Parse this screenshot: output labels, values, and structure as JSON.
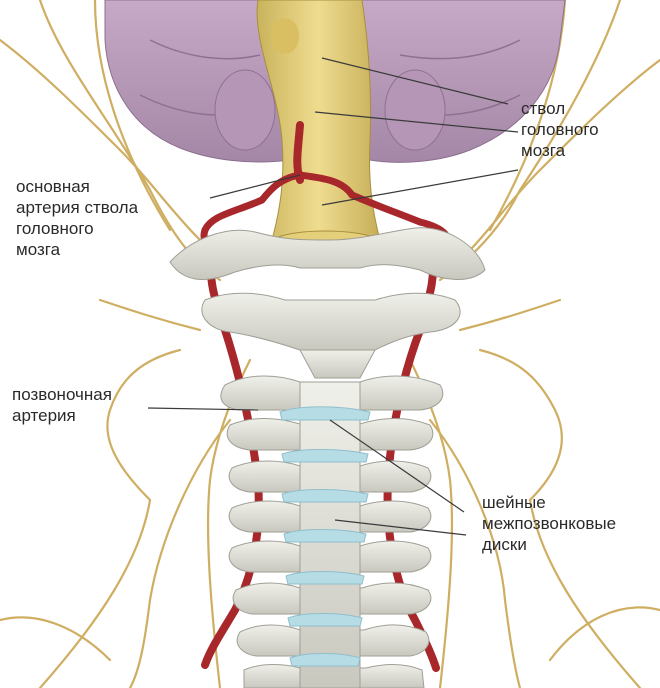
{
  "labels": {
    "brainstem": [
      "ствол",
      "головного",
      "мозга"
    ],
    "basilar_artery": [
      "основная",
      "артерия ствола",
      "головного",
      "мозга"
    ],
    "vertebral_artery": [
      "позвоночная",
      "артерия"
    ],
    "cervical_discs": [
      "шейные",
      "межпозвонковые",
      "диски"
    ]
  },
  "colors": {
    "cerebellum": "#b898b8",
    "brainstem": "#e3cf7e",
    "artery": "#a8272b",
    "bone": "#dcdcd4",
    "nerve": "#cfae62",
    "disc": "#b6dce6"
  }
}
